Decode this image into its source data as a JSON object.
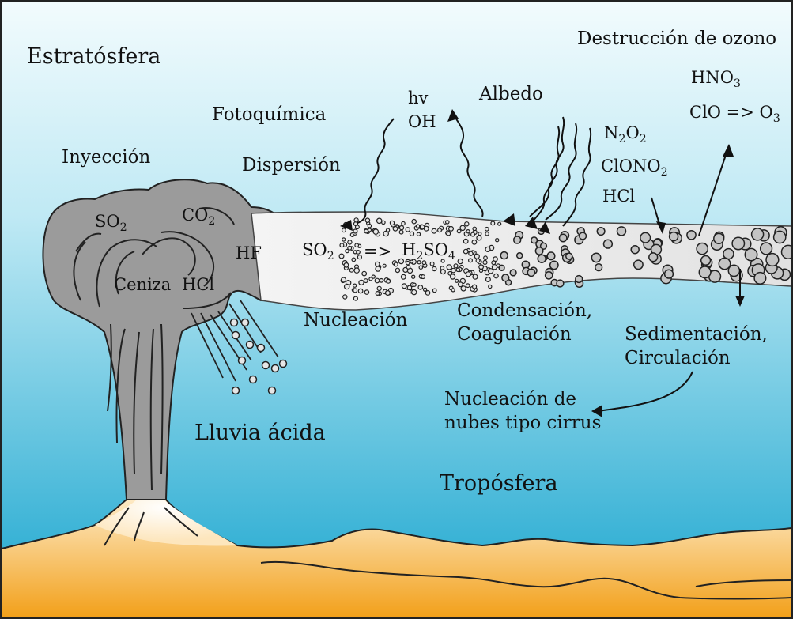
{
  "regions": {
    "stratosphere": "Estratósfera",
    "troposphere": "Tropósfera"
  },
  "processes": {
    "injection": "Inyección",
    "photochemistry": "Fotoquímica",
    "dispersion": "Dispersión",
    "albedo": "Albedo",
    "nucleation": "Nucleación",
    "condensation": "Condensación,",
    "coagulation": "Coagulación",
    "sedimentation": "Sedimentación,",
    "circulation": "Circulación",
    "cirrus_line1": "Nucleación de",
    "cirrus_line2": "nubes tipo cirrus",
    "acid_rain": "Lluvia ácida",
    "ozone_destruction": "Destrucción de ozono"
  },
  "cloud": {
    "so2": {
      "base": "SO",
      "sub": "2"
    },
    "co2": {
      "base": "CO",
      "sub": "2"
    },
    "hf": "HF",
    "ash": "Ceniza",
    "hcl": "HCl"
  },
  "plume": {
    "so2": {
      "base": "SO",
      "sub": "2"
    },
    "arrow": "=>",
    "h2so4": {
      "p1": "H",
      "s1": "2",
      "p2": "SO",
      "s2": "4"
    }
  },
  "photo": {
    "hv": "hv",
    "oh": "OH"
  },
  "reactants": {
    "n2o2": {
      "p1": "N",
      "s1": "2",
      "p2": "O",
      "s2": "2"
    },
    "clono2": {
      "base": "ClONO",
      "sub": "2"
    },
    "hcl": "HCl"
  },
  "ozone": {
    "hno3": {
      "base": "HNO",
      "sub": "3"
    },
    "clo_eq": {
      "base": "ClO => O",
      "sub": "3"
    }
  },
  "colors": {
    "sky_top": "#f2fbfd",
    "sky_bottom": "#1aa6cf",
    "ground_top": "#fde9c4",
    "ground_bottom": "#f2a01a",
    "cloud": "#9b9b9b",
    "plume": "#e6e6e6",
    "ink": "#111111"
  }
}
